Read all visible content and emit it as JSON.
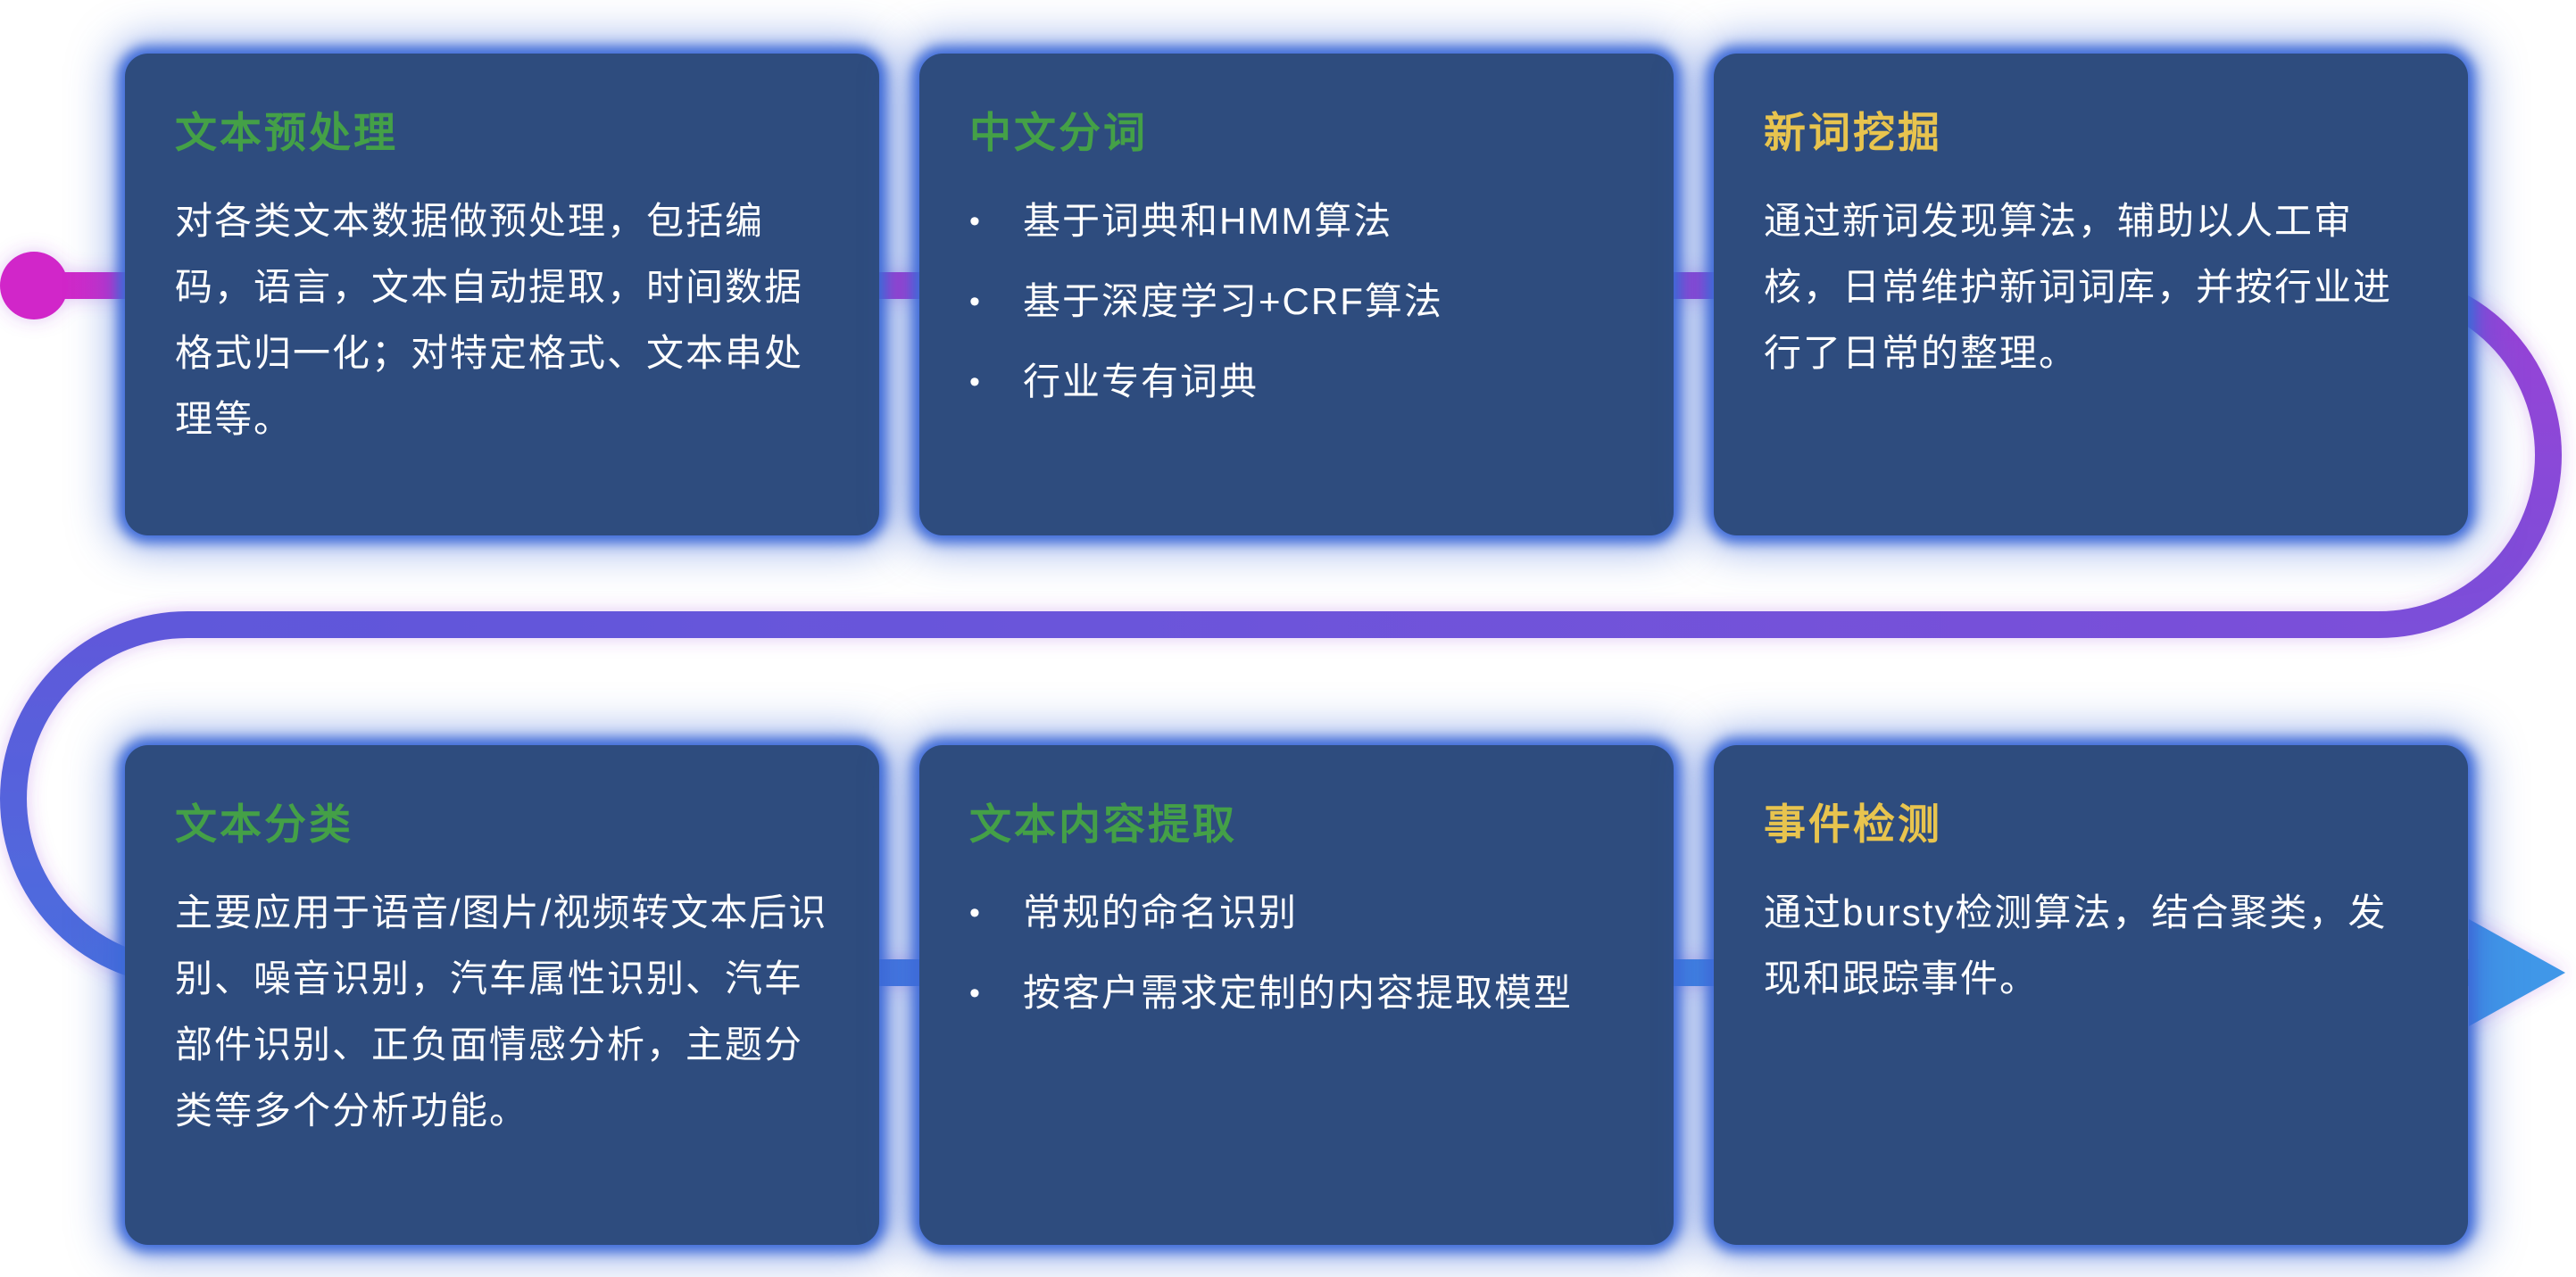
{
  "page": {
    "background": "#ffffff"
  },
  "colors": {
    "page-bg": "#ffffff",
    "card-bg": "#2e4c7e",
    "card-glow": "#3d6ad8",
    "title-green": "#44a047",
    "title-yellow": "#e8c44e",
    "body-text": "#ffffff",
    "flow-magenta": "#d128c9",
    "flow-purple": "#9a41d6",
    "flow-violet": "#7b4fd9",
    "flow-indigo": "#5f58da",
    "flow-blue": "#4b6ede",
    "flow-lightblue": "#3f97e8"
  },
  "ui": {
    "bullet_glyph": "•"
  },
  "flow": {
    "start_marker": "magenta-dot",
    "end_marker": "blue-right-arrow",
    "direction": "left-to-right serpentine through two rows of cards"
  },
  "cards": [
    {
      "id": "text-preprocessing",
      "title": "文本预处理",
      "accent": "green",
      "text": "对各类文本数据做预处理，包括编码，语言，文本自动提取，时间数据格式归一化；对特定格式、文本串处理等。"
    },
    {
      "id": "chinese-word-segmentation",
      "title": "中文分词",
      "accent": "green",
      "bullets": [
        "基于词典和HMM算法",
        "基于深度学习+CRF算法",
        "行业专有词典"
      ]
    },
    {
      "id": "new-word-mining",
      "title": "新词挖掘",
      "accent": "yellow",
      "text": "通过新词发现算法，辅助以人工审核，日常维护新词词库，并按行业进行了日常的整理。"
    },
    {
      "id": "text-classification",
      "title": "文本分类",
      "accent": "green",
      "text": "主要应用于语音/图片/视频转文本后识别、噪音识别，汽车属性识别、汽车部件识别、正负面情感分析，主题分类等多个分析功能。"
    },
    {
      "id": "text-content-extraction",
      "title": "文本内容提取",
      "accent": "green",
      "bullets": [
        "常规的命名识别",
        "按客户需求定制的内容提取模型"
      ]
    },
    {
      "id": "event-detection",
      "title": "事件检测",
      "accent": "yellow",
      "text": "通过bursty检测算法，结合聚类，发现和跟踪事件。"
    }
  ]
}
